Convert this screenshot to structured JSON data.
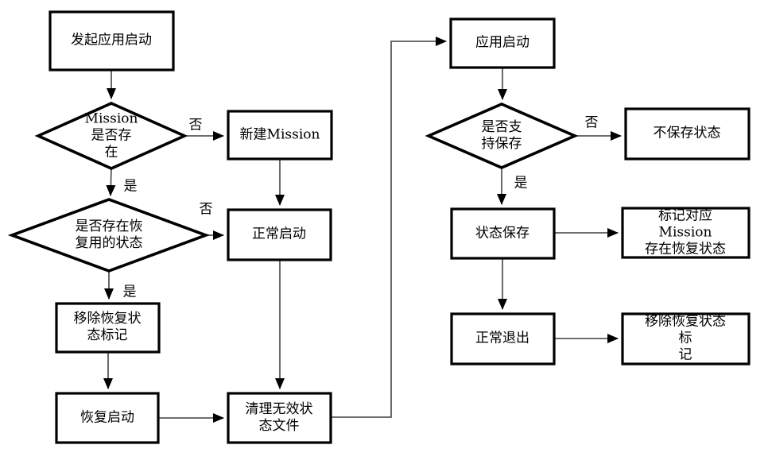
{
  "flowchart": {
    "type": "flowchart",
    "nodes": {
      "start": {
        "label": "发起应用启动",
        "shape": "rect"
      },
      "d1": {
        "label": "Mission\n是否存\n在",
        "shape": "diamond"
      },
      "new_mission": {
        "label": "新建Mission",
        "shape": "rect"
      },
      "d2": {
        "label": "是否存在恢\n复用的状态",
        "shape": "diamond"
      },
      "normal_start": {
        "label": "正常启动",
        "shape": "rect"
      },
      "remove_mark_left": {
        "label": "移除恢复状\n态标记",
        "shape": "rect"
      },
      "recover_start": {
        "label": "恢复启动",
        "shape": "rect"
      },
      "clean_files": {
        "label": "清理无效状\n态文件",
        "shape": "rect"
      },
      "app_start": {
        "label": "应用启动",
        "shape": "rect"
      },
      "d3": {
        "label": "是否支\n持保存",
        "shape": "diamond"
      },
      "no_save": {
        "label": "不保存状态",
        "shape": "rect"
      },
      "save_state": {
        "label": "状态保存",
        "shape": "rect"
      },
      "mark_mission": {
        "label": "标记对应Mission\n存在恢复状态",
        "shape": "rect"
      },
      "normal_exit": {
        "label": "正常退出",
        "shape": "rect"
      },
      "remove_mark_right": {
        "label": "移除恢复状态标\n记",
        "shape": "rect"
      }
    },
    "edge_labels": {
      "d1_no": "否",
      "d1_yes": "是",
      "d2_no": "否",
      "d2_yes": "是",
      "d3_no": "否",
      "d3_yes": "是"
    },
    "colors": {
      "shape_border": "#000000",
      "connector_line": "#5a5a5a",
      "arrowhead": "#000000",
      "fill": "#ffffff",
      "text": "#000000"
    }
  }
}
